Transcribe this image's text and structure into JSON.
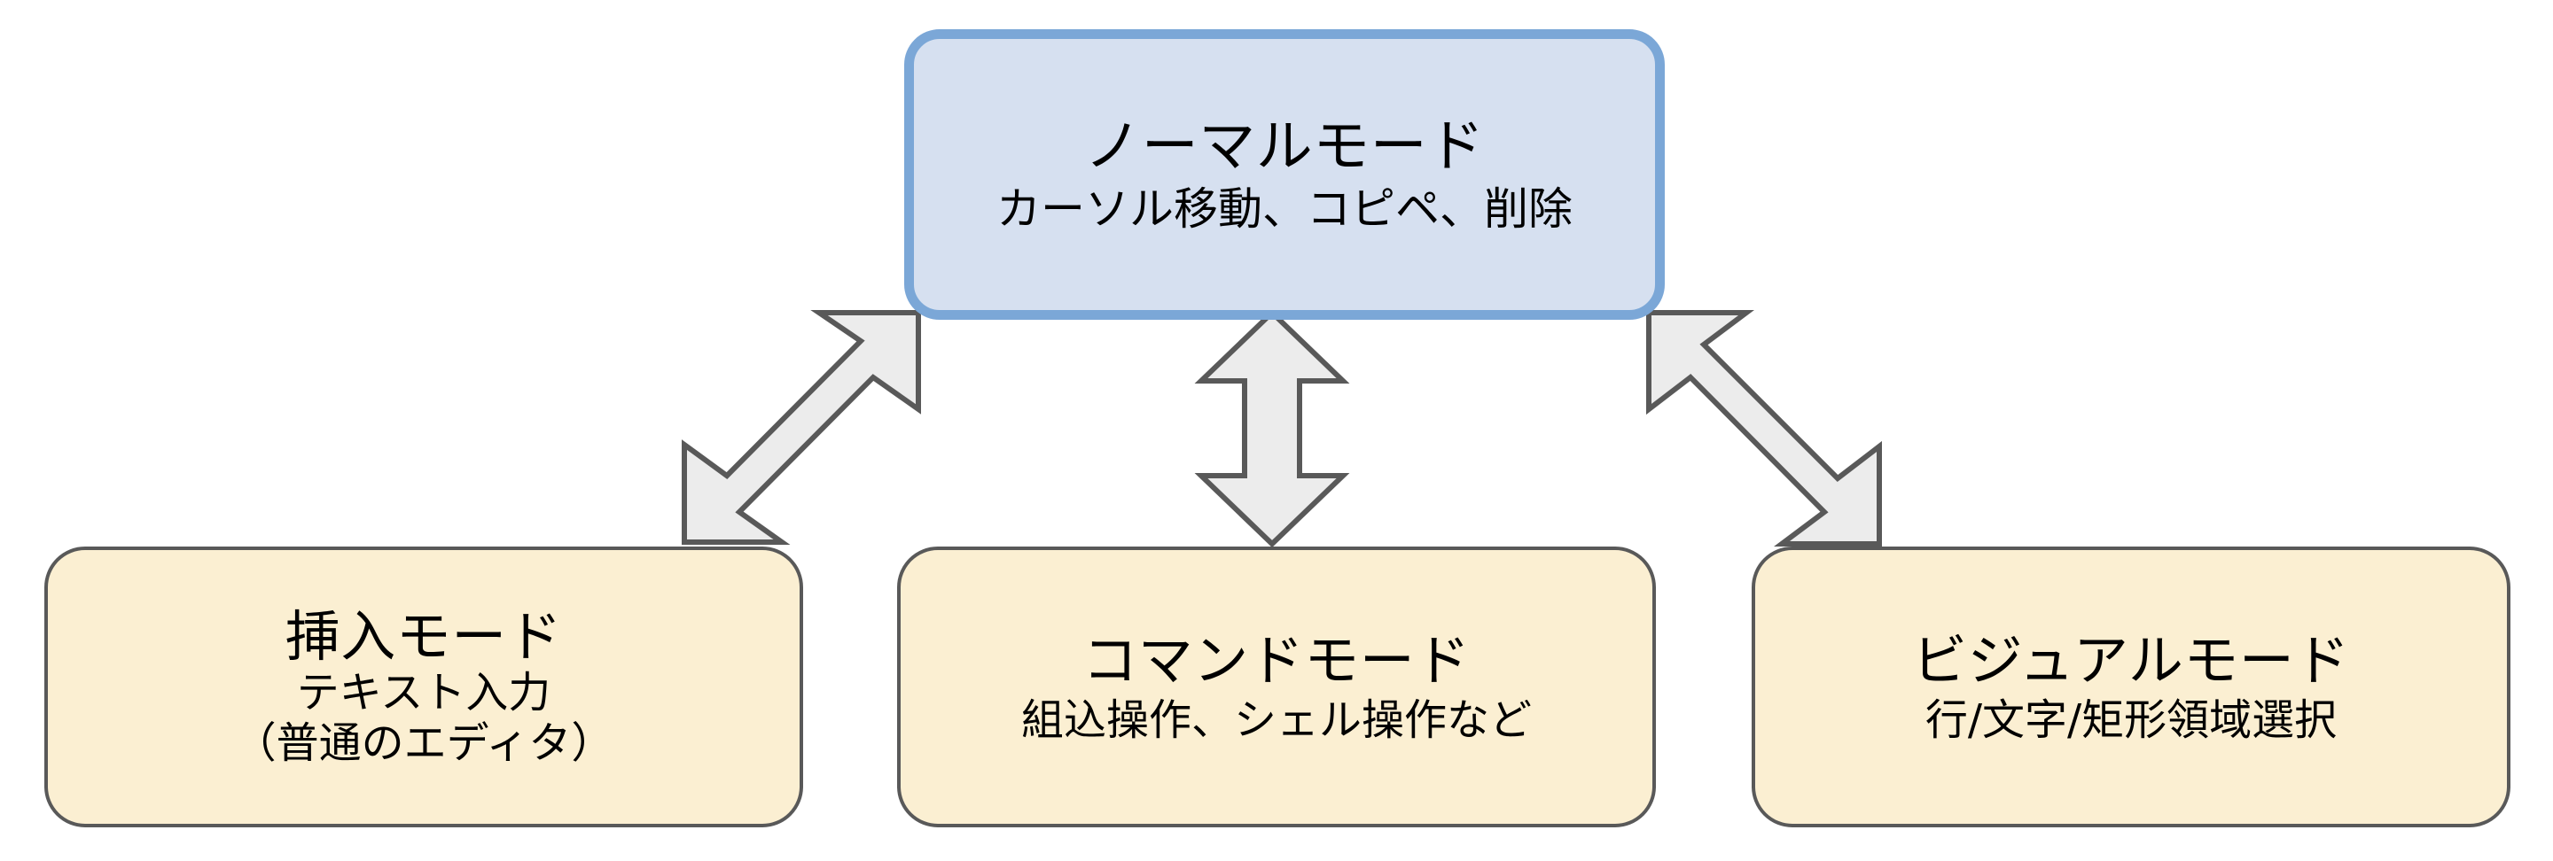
{
  "diagram": {
    "title": "Vim modes transition diagram",
    "background_color": "#ffffff",
    "palette": {
      "primary_fill": "#d6e0f0",
      "primary_border": "#7ba7d7",
      "leaf_fill": "#fbefd2",
      "leaf_border": "#595959",
      "arrow_fill": "#ececec",
      "arrow_border": "#595959",
      "text_color": "#000000"
    }
  },
  "nodes": {
    "normal": {
      "title": "ノーマルモード",
      "subtitle": "カーソル移動、コピペ、削除"
    },
    "insert": {
      "title": "挿入モード",
      "subtitle_1": "テキスト入力",
      "subtitle_2": "（普通のエディタ）"
    },
    "command": {
      "title": "コマンドモード",
      "subtitle": "組込操作、シェル操作など"
    },
    "visual": {
      "title": "ビジュアルモード",
      "subtitle": "行/文字/矩形領域選択"
    }
  },
  "connectors": [
    {
      "id": "normal-insert",
      "icon": "double-headed-diagonal-arrow-ne-sw",
      "from": "normal",
      "to": "insert",
      "bidirectional": true
    },
    {
      "id": "normal-command",
      "icon": "double-headed-vertical-arrow",
      "from": "normal",
      "to": "command",
      "bidirectional": true
    },
    {
      "id": "normal-visual",
      "icon": "double-headed-diagonal-arrow-nw-se",
      "from": "normal",
      "to": "visual",
      "bidirectional": true
    }
  ]
}
